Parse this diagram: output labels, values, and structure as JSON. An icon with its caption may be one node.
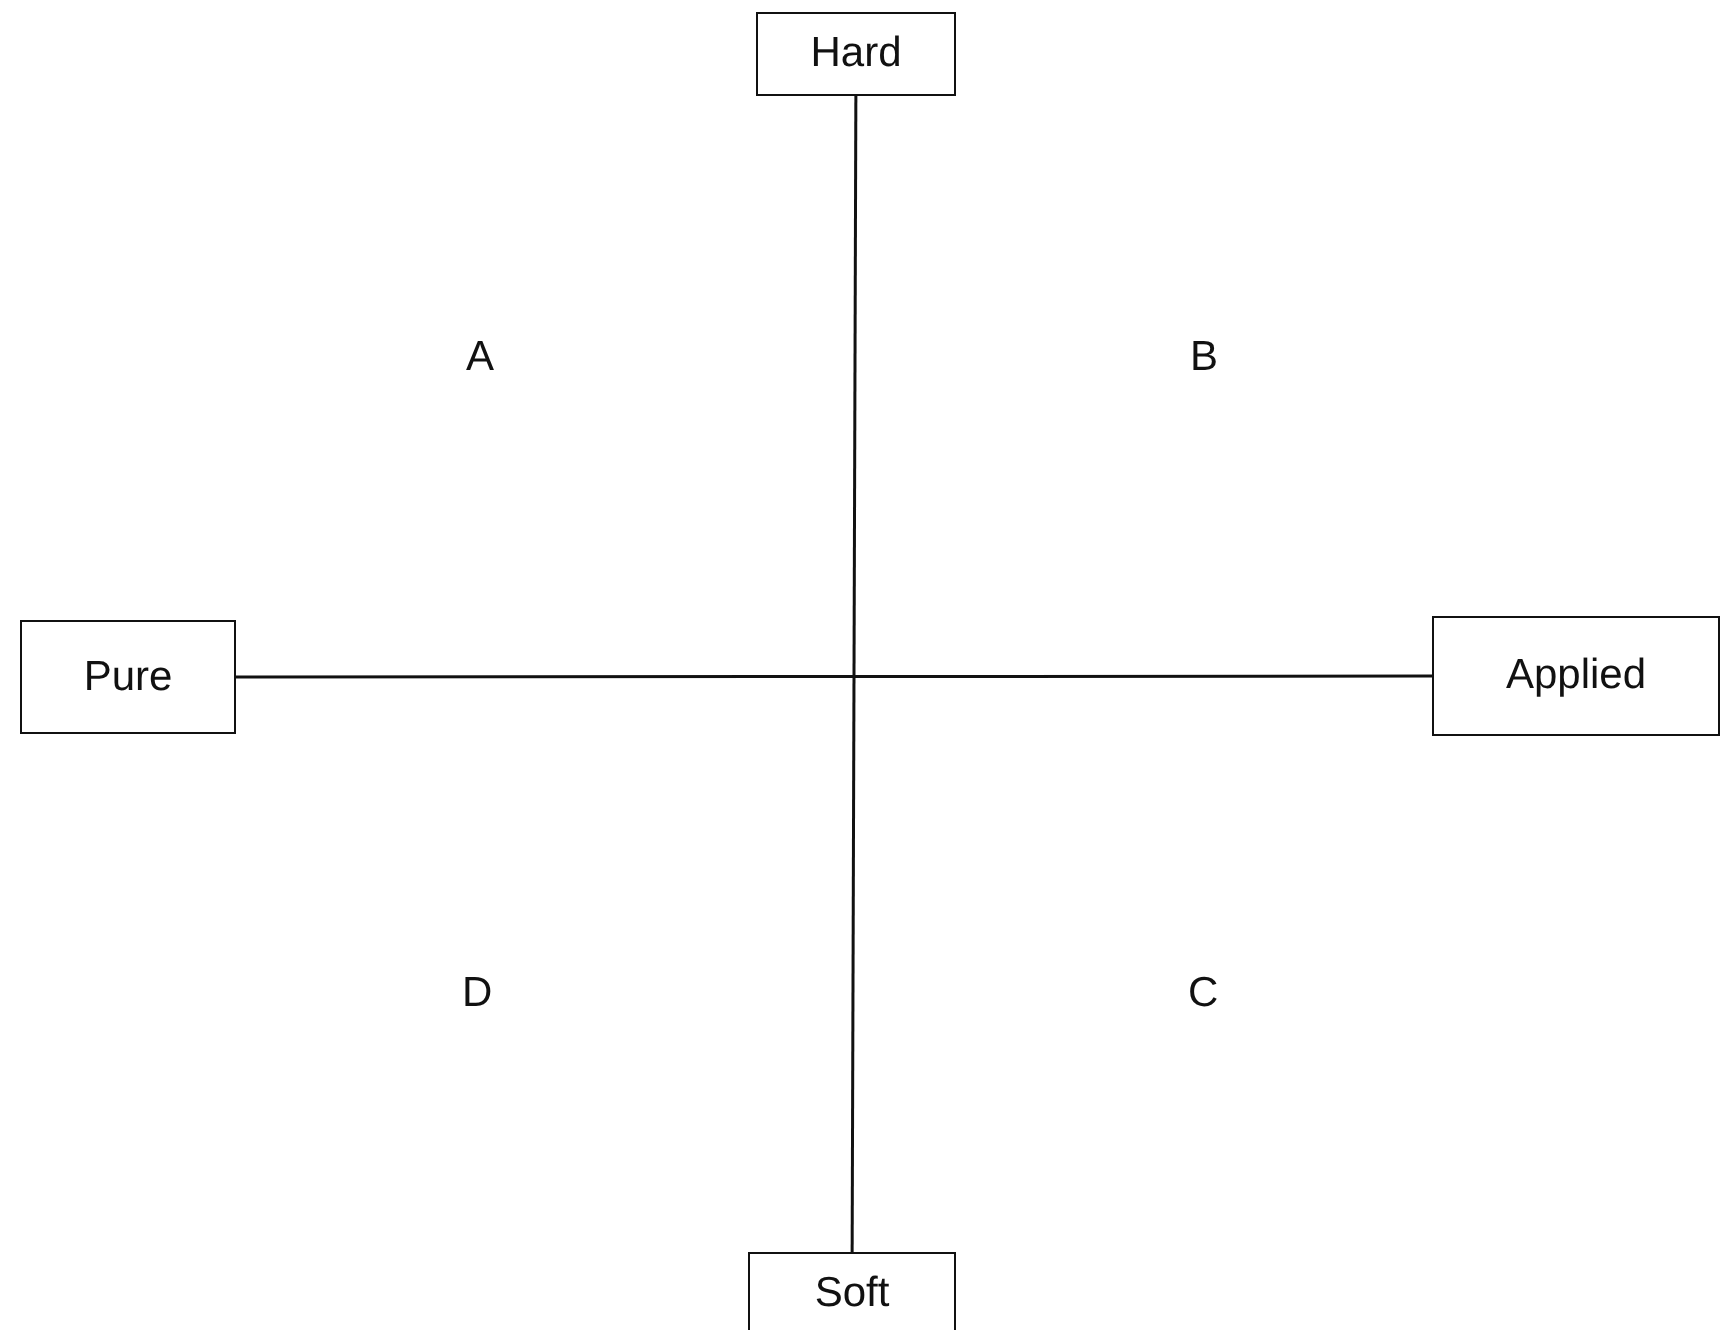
{
  "diagram": {
    "nodes": [
      {
        "text": [
          "Hard"
        ]
      },
      {
        "text": [
          "Pure"
        ]
      },
      {
        "text": [
          "Applied"
        ]
      },
      {
        "text": [
          "Soft"
        ]
      }
    ],
    "edges": [
      {
        "from": 0,
        "to": 3,
        "arrow": "none"
      },
      {
        "from": 1,
        "to": 2,
        "arrow": "none"
      }
    ],
    "labels": [
      "A",
      "B",
      "D",
      "C"
    ]
  }
}
